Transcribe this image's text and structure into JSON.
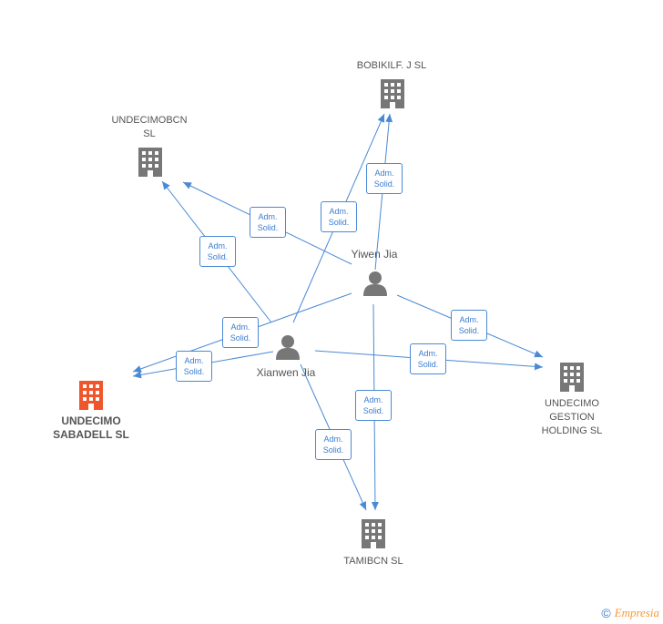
{
  "nodes": {
    "bobikilf": {
      "label": "BOBIKILF. J SL"
    },
    "undecimobcn": {
      "label_line1": "UNDECIMOBCN",
      "label_line2": "SL"
    },
    "undecimo_sabadell": {
      "label_line1": "UNDECIMO",
      "label_line2": "SABADELL SL"
    },
    "undecimo_gestion": {
      "label_line1": "UNDECIMO",
      "label_line2": "GESTION",
      "label_line3": "HOLDING SL"
    },
    "tamibcn": {
      "label": "TAMIBCN SL"
    }
  },
  "people": {
    "yiwen": {
      "label": "Yiwen Jia"
    },
    "xianwen": {
      "label": "Xianwen Jia"
    }
  },
  "edge_label": {
    "line1": "Adm.",
    "line2": "Solid."
  },
  "colors": {
    "edge": "#4a8ad4",
    "building": "#777777",
    "focus": "#f0562b"
  },
  "footer": {
    "copyright": "©",
    "brand": "Empresia"
  }
}
